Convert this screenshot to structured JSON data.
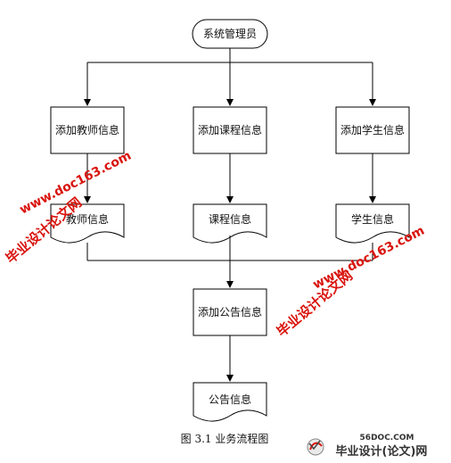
{
  "diagram": {
    "start_node": "系统管理员",
    "process_nodes": [
      "添加教师信息",
      "添加课程信息",
      "添加学生信息"
    ],
    "document_nodes": [
      "教师信息",
      "课程信息",
      "学生信息"
    ],
    "merge_process": "添加公告信息",
    "final_document": "公告信息",
    "caption": "图 3.1 业务流程图"
  },
  "watermarks": {
    "url_text": "www.doc163.com",
    "site_name": "毕业设计论文网",
    "brand_url": "56DOC.COM",
    "brand_name": "毕业设计(论文)网"
  },
  "colors": {
    "line": "#000000",
    "node_fill": "#ffffff",
    "watermark_red": "#d9140e",
    "brand_text": "#333333"
  }
}
